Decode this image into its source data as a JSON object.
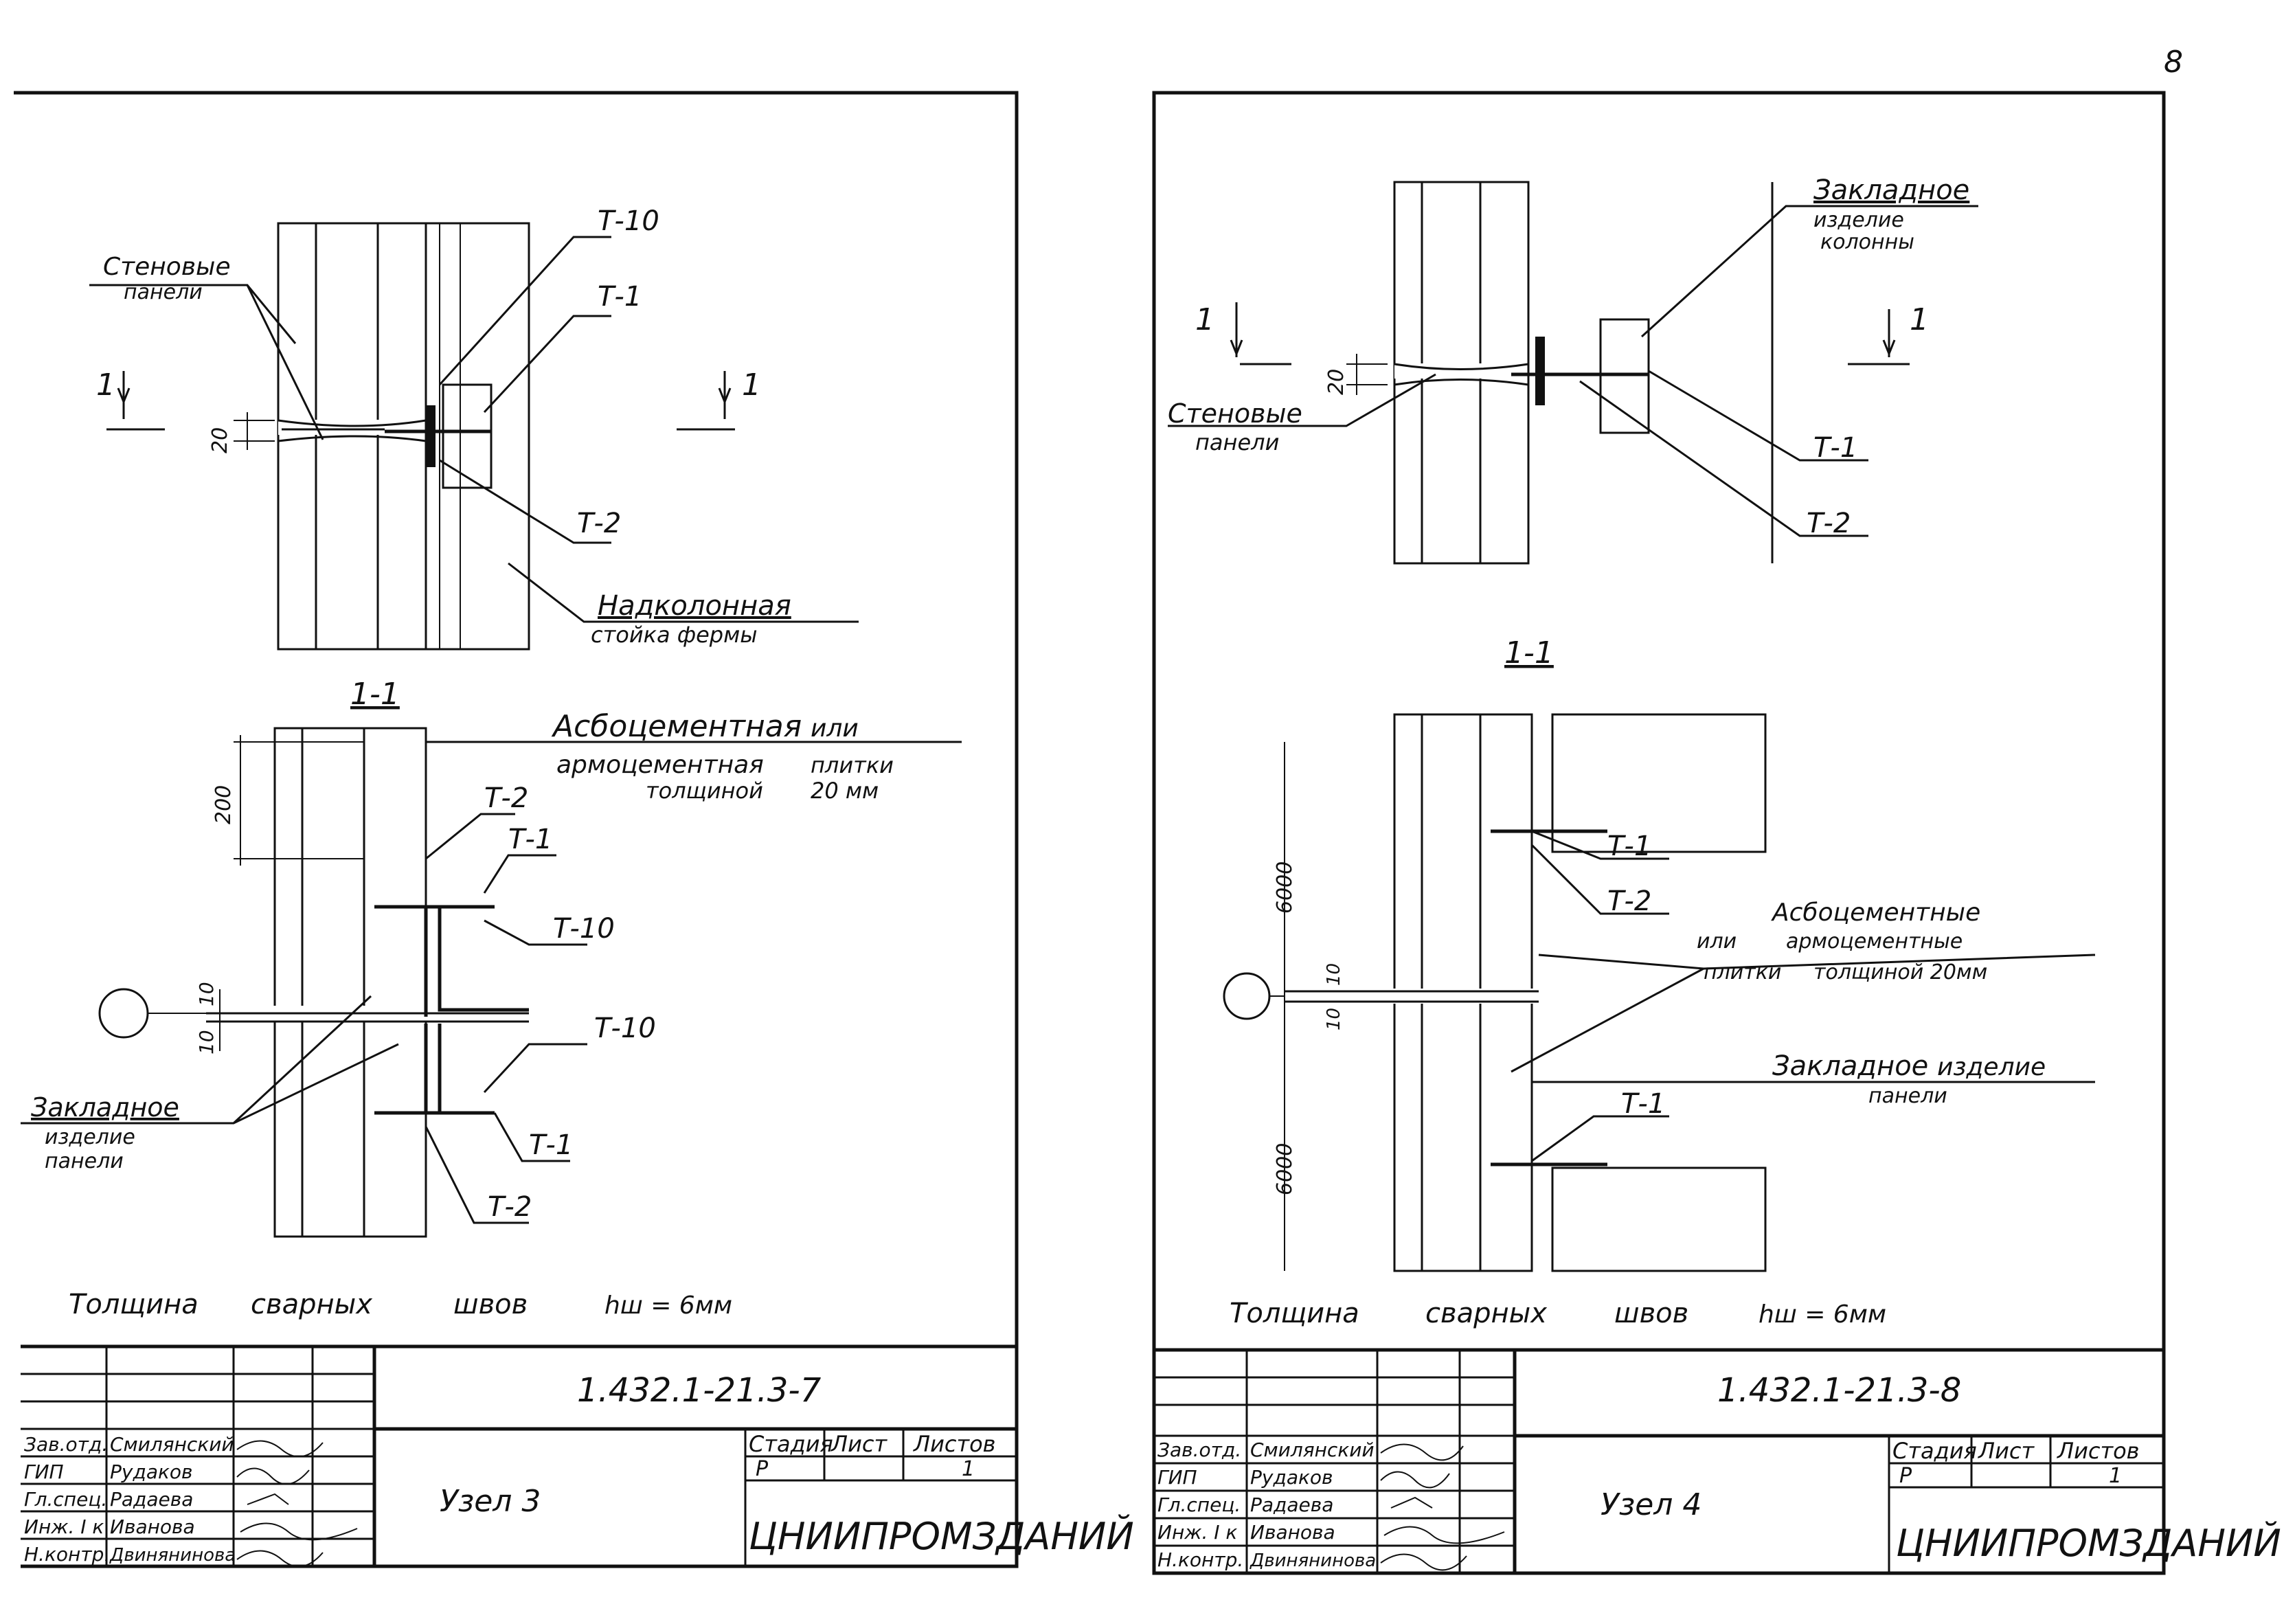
{
  "page_number": "8",
  "left_sheet": {
    "labels": {
      "wall_panels": [
        "Стеновые",
        "панели"
      ],
      "t10_top": "Т-10",
      "t1_top": "Т-1",
      "section_mark": "1",
      "dim_20": "20",
      "t2_top": "Т-2",
      "over_column": [
        "Надколонная",
        "стойка  фермы"
      ],
      "section_title": "1-1",
      "asbestos": [
        "Асбоцементная",
        "или",
        "армоцементная",
        "плитки",
        "толщиной",
        "20 мм"
      ],
      "dim_200": "200",
      "t2_sec": "Т-2",
      "t1_sec": "Т-1",
      "t10_sec_a": "Т-10",
      "t10_sec_b": "Т-10",
      "dim_10a": "10",
      "dim_10b": "10",
      "embedded": [
        "Закладное",
        "изделие",
        "панели"
      ],
      "t1_sec_b": "Т-1",
      "t2_sec_b": "Т-2",
      "weld": [
        "Толщина",
        "сварных",
        "швов",
        "hш = 6мм"
      ]
    },
    "title_block": {
      "doc_code": "1.432.1-21.3-7",
      "node_title": "Узел 3",
      "org": "ЦНИИПРОМЗДАНИЙ",
      "stage_headers": [
        "Стадия",
        "Лист",
        "Листов"
      ],
      "stage_values": [
        "Р",
        "",
        "1"
      ],
      "roles": [
        "Зав.отд.",
        "ГИП",
        "Гл.спец.",
        "Инж. I к",
        "Н.контр."
      ],
      "names": [
        "Смилянский",
        "Рудаков",
        "Радаева",
        "Иванова",
        "Двинянинова"
      ]
    }
  },
  "right_sheet": {
    "labels": {
      "embedded_col": [
        "Закладное",
        "изделие",
        "колонны"
      ],
      "section_mark": "1",
      "dim_20": "20",
      "wall_panels": [
        "Стеновые",
        "панели"
      ],
      "t1_top": "Т-1",
      "t2_top": "Т-2",
      "section_title": "1-1",
      "dim_6000a": "6000",
      "t1_sec": "Т-1",
      "t2_sec": "Т-2",
      "asbestos": [
        "Асбоцементные",
        "или",
        "армоцементные",
        "плитки",
        "толщиной 20мм"
      ],
      "dim_10a": "10",
      "dim_10b": "10",
      "embedded_panel": [
        "Закладное",
        "изделие",
        "панели"
      ],
      "t1_sec_b": "Т-1",
      "dim_6000b": "6000",
      "weld": [
        "Толщина",
        "сварных",
        "швов",
        "hш = 6мм"
      ]
    },
    "title_block": {
      "doc_code": "1.432.1-21.3-8",
      "node_title": "Узел 4",
      "org": "ЦНИИПРОМЗДАНИЙ",
      "stage_headers": [
        "Стадия",
        "Лист",
        "Листов"
      ],
      "stage_values": [
        "Р",
        "",
        "1"
      ],
      "roles": [
        "Зав.отд.",
        "ГИП",
        "Гл.спец.",
        "Инж. I к",
        "Н.контр."
      ],
      "names": [
        "Смилянский",
        "Рудаков",
        "Радаева",
        "Иванова",
        "Двинянинова"
      ]
    }
  }
}
